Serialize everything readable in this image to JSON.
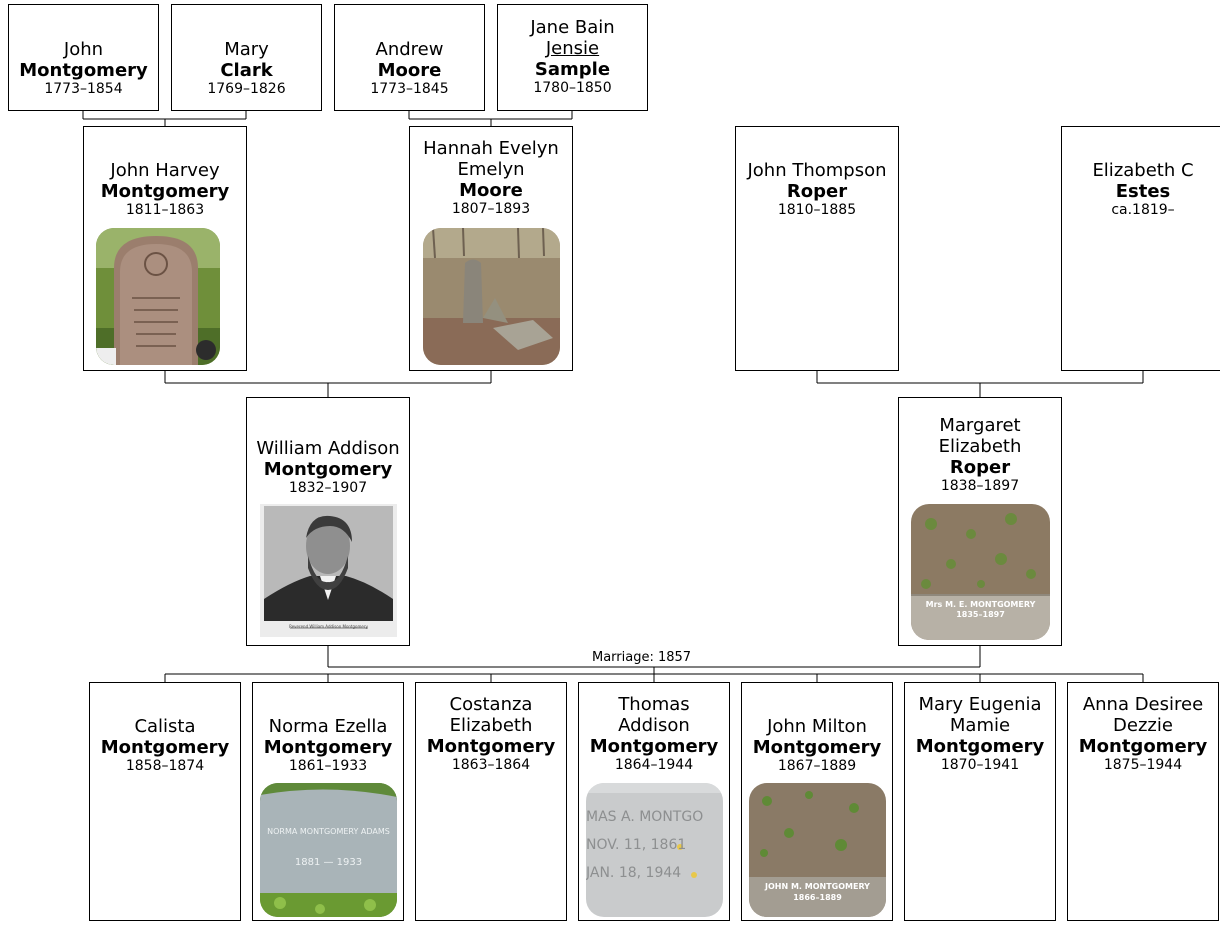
{
  "marriage_label": "Marriage: 1857",
  "grandparents": [
    {
      "given": "John",
      "surname": "Montgomery",
      "dates": "1773–1854"
    },
    {
      "given": "Mary",
      "surname": "Clark",
      "dates": "1769–1826"
    },
    {
      "given": "Andrew",
      "surname": "Moore",
      "dates": "1773–1845"
    },
    {
      "given": "Jane Bain",
      "nickname": "Jensie",
      "surname": "Sample",
      "dates": "1780–1850"
    }
  ],
  "parents_generation": [
    {
      "given": "John Harvey",
      "surname": "Montgomery",
      "dates": "1811–1863"
    },
    {
      "given": "Hannah Evelyn Emelyn",
      "given_line1": "Hannah Evelyn",
      "given_line2": "Emelyn",
      "surname": "Moore",
      "dates": "1807–1893"
    },
    {
      "given": "John Thompson",
      "surname": "Roper",
      "dates": "1810–1885"
    },
    {
      "given": "Elizabeth C",
      "surname": "Estes",
      "dates": "ca.1819–"
    }
  ],
  "couple": [
    {
      "given": "William Addison",
      "surname": "Montgomery",
      "dates": "1832–1907",
      "photo_caption": "Reverend William Addison Montgomery"
    },
    {
      "given_line1": "Margaret",
      "given_line2": "Elizabeth",
      "surname": "Roper",
      "dates": "1838–1897",
      "photo_text": "Mrs M. E. MONTGOMERY 1835–1897"
    }
  ],
  "children": [
    {
      "given_line1": "Calista",
      "given_line2": "",
      "surname": "Montgomery",
      "dates": "1858–1874"
    },
    {
      "given_line1": "Norma Ezella",
      "given_line2": "",
      "surname": "Montgomery",
      "dates": "1861–1933",
      "photo_text": [
        "NORMA MONTGOMERY ADAMS",
        "1881 — 1933"
      ]
    },
    {
      "given_line1": "Costanza",
      "given_line2": "Elizabeth",
      "surname": "Montgomery",
      "dates": "1863–1864"
    },
    {
      "given_line1": "Thomas",
      "given_line2": "Addison",
      "surname": "Montgomery",
      "dates": "1864–1944",
      "photo_text": [
        "MAS A. MONTGO",
        "NOV. 11, 1861",
        "JAN. 18, 1944"
      ]
    },
    {
      "given_line1": "John Milton",
      "given_line2": "",
      "surname": "Montgomery",
      "dates": "1867–1889",
      "photo_text": [
        "JOHN M. MONTGOMERY",
        "1866–1889"
      ]
    },
    {
      "given_line1": "Mary Eugenia",
      "given_line2": "Mamie",
      "surname": "Montgomery",
      "dates": "1870–1941"
    },
    {
      "given_line1": "Anna Desiree",
      "given_line2": "Dezzie",
      "surname": "Montgomery",
      "dates": "1875–1944"
    }
  ],
  "colors": {
    "line": "#000000",
    "card_border": "#000000",
    "background": "#ffffff"
  }
}
